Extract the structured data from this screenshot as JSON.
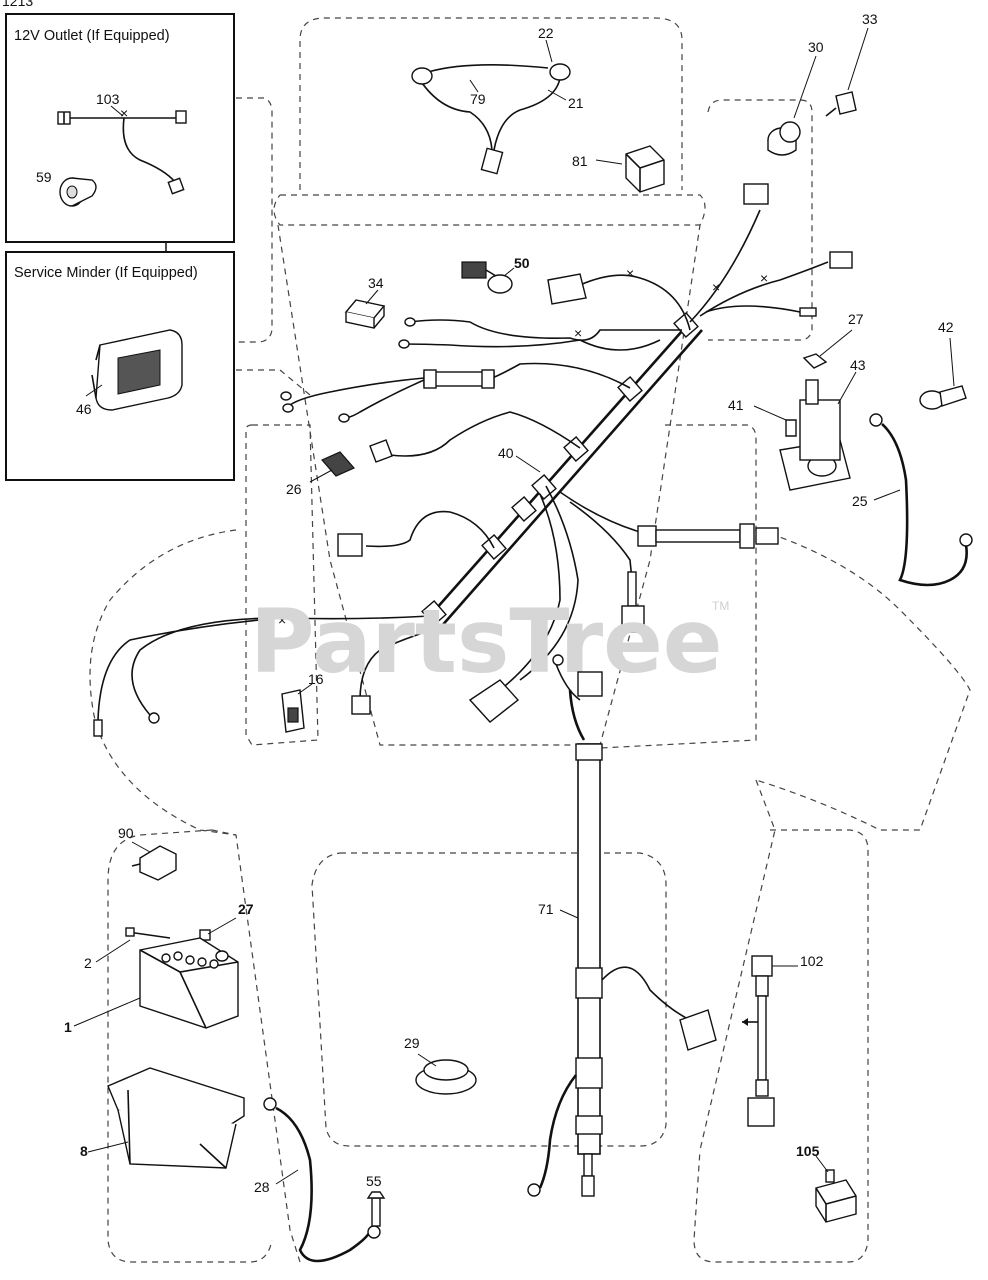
{
  "corner_code": "1213",
  "inset_boxes": {
    "outlet_title": "12V Outlet (If Equipped)",
    "minder_title": "Service Minder (If Equipped)"
  },
  "watermark": {
    "text": "PartsTree",
    "tm": "TM"
  },
  "callouts": {
    "c103": "103",
    "c59": "59",
    "c46": "46",
    "c22": "22",
    "c79": "79",
    "c21": "21",
    "c81": "81",
    "c30": "30",
    "c33": "33",
    "c34": "34",
    "c50": "50",
    "c27a": "27",
    "c43": "43",
    "c42": "42",
    "c41": "41",
    "c25": "25",
    "c26": "26",
    "c40": "40",
    "c16": "16",
    "c90": "90",
    "c27b": "27",
    "c2": "2",
    "c1": "1",
    "c8": "8",
    "c71": "71",
    "c29": "29",
    "c102": "102",
    "c28": "28",
    "c55": "55",
    "c105": "105"
  },
  "icons": {
    "splice": "splice-x-icon",
    "ring_terminal": "ring-terminal-icon",
    "connector": "connector-icon"
  }
}
